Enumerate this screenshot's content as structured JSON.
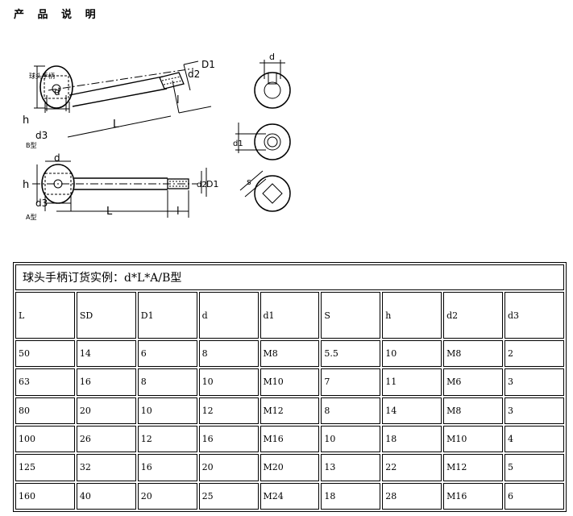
{
  "heading": "产 品 说 明",
  "drawing": {
    "label_handle": "球头手柄",
    "label_b": "B型",
    "label_a": "A型",
    "dims": {
      "d": "d",
      "d1": "d1",
      "D1": "D1",
      "d2": "d2",
      "d3": "d3",
      "h": "h",
      "L": "L",
      "l": "l",
      "s": "s"
    }
  },
  "table": {
    "caption": "球头手柄订货实例：d*L*A/B型",
    "columns": [
      "L",
      "SD",
      "D1",
      "d",
      "d1",
      "S",
      "h",
      "d2",
      "d3"
    ],
    "rows": [
      [
        "50",
        "14",
        "6",
        "8",
        "M8",
        "5.5",
        "10",
        "M8",
        "2"
      ],
      [
        "63",
        "16",
        "8",
        "10",
        "M10",
        "7",
        "11",
        "M6",
        "3"
      ],
      [
        "80",
        "20",
        "10",
        "12",
        "M12",
        "8",
        "14",
        "M8",
        "3"
      ],
      [
        "100",
        "26",
        "12",
        "16",
        "M16",
        "10",
        "18",
        "M10",
        "4"
      ],
      [
        "125",
        "32",
        "16",
        "20",
        "M20",
        "13",
        "22",
        "M12",
        "5"
      ],
      [
        "160",
        "40",
        "20",
        "25",
        "M24",
        "18",
        "28",
        "M16",
        "6"
      ]
    ]
  }
}
